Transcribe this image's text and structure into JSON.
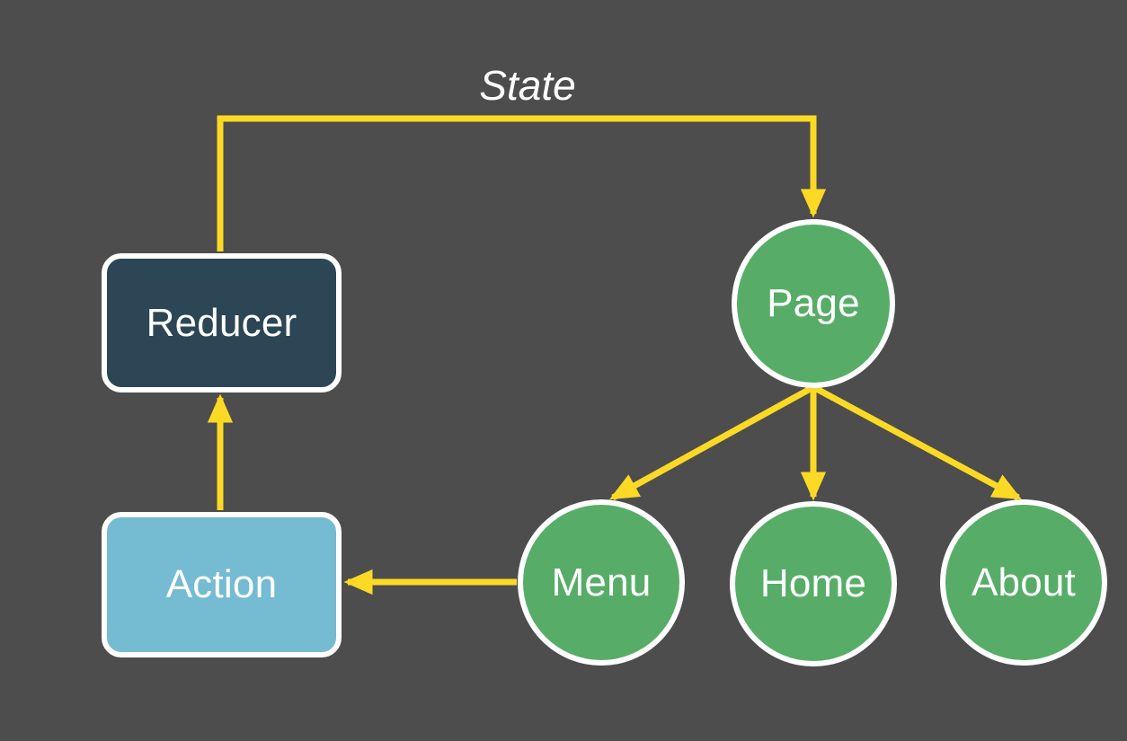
{
  "diagram": {
    "title_label": "State",
    "background_color": "#4d4d4d",
    "edge_color": "#fcd924",
    "node_border_color": "#ffffff",
    "nodes": [
      {
        "id": "reducer",
        "label": "Reducer",
        "shape": "rounded-rectangle",
        "fill": "#2c4655"
      },
      {
        "id": "action",
        "label": "Action",
        "shape": "rounded-rectangle",
        "fill": "#75bbd2"
      },
      {
        "id": "page",
        "label": "Page",
        "shape": "circle",
        "fill": "#57ad67"
      },
      {
        "id": "menu",
        "label": "Menu",
        "shape": "circle",
        "fill": "#57ad67"
      },
      {
        "id": "home",
        "label": "Home",
        "shape": "circle",
        "fill": "#57ad67"
      },
      {
        "id": "about",
        "label": "About",
        "shape": "circle",
        "fill": "#57ad67"
      }
    ],
    "edges": [
      {
        "id": "reducer-to-page",
        "from": "reducer",
        "to": "page",
        "label": "State",
        "routing": "orthogonal",
        "arrowhead": "to"
      },
      {
        "id": "page-to-menu",
        "from": "page",
        "to": "menu",
        "label": "",
        "routing": "straight",
        "arrowhead": "to"
      },
      {
        "id": "page-to-home",
        "from": "page",
        "to": "home",
        "label": "",
        "routing": "straight",
        "arrowhead": "to"
      },
      {
        "id": "page-to-about",
        "from": "page",
        "to": "about",
        "label": "",
        "routing": "straight",
        "arrowhead": "to"
      },
      {
        "id": "menu-to-action",
        "from": "menu",
        "to": "action",
        "label": "",
        "routing": "straight",
        "arrowhead": "to"
      },
      {
        "id": "action-to-reducer",
        "from": "action",
        "to": "reducer",
        "label": "",
        "routing": "straight",
        "arrowhead": "to"
      }
    ]
  }
}
